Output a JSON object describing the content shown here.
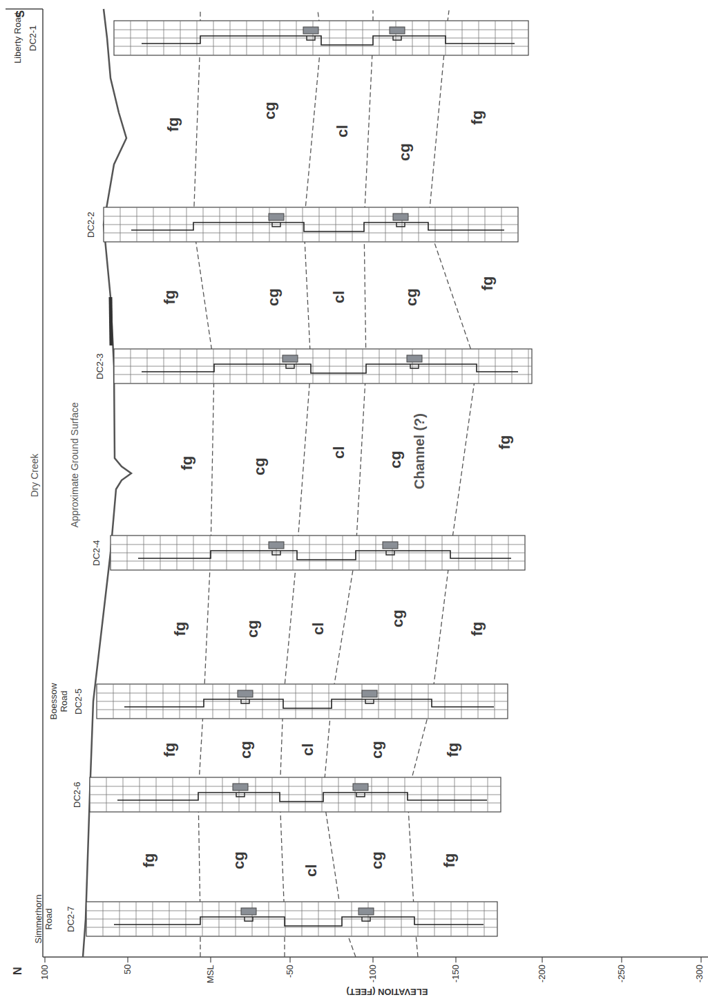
{
  "diagram": {
    "labels": [
      "S",
      "Liberty Road",
      "DC2-1",
      "fg",
      "cg",
      "cl",
      "cg",
      "fg",
      "DC2-2",
      "fg",
      "cg",
      "cl",
      "cg",
      "fg",
      "DC2-3",
      "Approximate Ground Surface",
      "Dry Creek",
      "fg",
      "cg",
      "cl",
      "cg",
      "Channel (?)",
      "fg",
      "DC2-4",
      "fg",
      "cg",
      "cl",
      "cg",
      "fg",
      "Boessow Road",
      "DC2-5",
      "fg",
      "cg",
      "cl",
      "cg",
      "fg",
      "DC2-6",
      "fg",
      "cg",
      "cl",
      "cg",
      "fg",
      "Simmerhorn Road",
      "DC2-7",
      "N",
      "100",
      "50",
      "MSL",
      "-50",
      "-100",
      "-150",
      "-200",
      "-250",
      "-300",
      "ELEVATION (FEET)"
    ]
  }
}
